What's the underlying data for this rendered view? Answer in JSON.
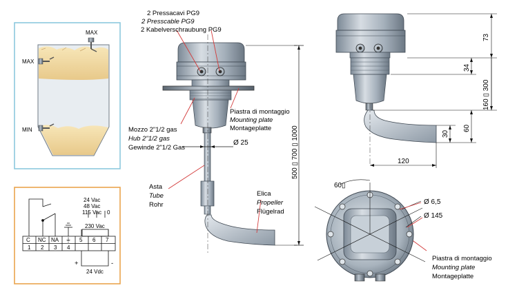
{
  "level_panel": {
    "max_top": "MAX",
    "max_left": "MAX",
    "min_left": "MIN"
  },
  "wiring": {
    "terminals": [
      "C",
      "NC",
      "NA",
      "⏚",
      "5",
      "6",
      "7"
    ],
    "numbers": [
      "1",
      "2",
      "3",
      "4"
    ],
    "supply_ac_24": "24 Vac",
    "supply_ac_48": "48 Vac",
    "supply_ac_115": "115 Vac",
    "supply_zero": "0",
    "supply_230": "230 Vac",
    "plus": "+",
    "minus": "-",
    "supply_dc": "24 Vdc"
  },
  "labels": {
    "cable_it": "2 Pressacavi PG9",
    "cable_en": "2 Presscable PG9",
    "cable_de": "2 Kabelverschraubung PG9",
    "plate_it": "Piastra di montaggio",
    "plate_en": "Mounting plate",
    "plate_de": "Montageplatte",
    "hub_it": "Mozzo 2\"1/2 gas",
    "hub_en": "Hub 2\"1/2  gas",
    "hub_de": "Gewinde 2\"1/2 Gas",
    "tube_it": "Asta",
    "tube_en": "Tube",
    "tube_de": "Rohr",
    "prop_it": "Elica",
    "prop_en": "Propeller",
    "prop_de": "Flügelrad",
    "plate2_it": "Piastra di montaggio",
    "plate2_en": "Mounting plate",
    "plate2_de": "Montageplatte"
  },
  "dimensions": {
    "shaft_dia": "Ø 25",
    "lengths": "500 ▯ 700 ▯ 1000",
    "d73": "73",
    "d34": "34",
    "d160_300": "160 ▯ 300",
    "d60": "60",
    "d30": "30",
    "d120": "120",
    "angle": "60▯",
    "hole": "Ø 6,5",
    "bolt_circle": "Ø 145"
  }
}
